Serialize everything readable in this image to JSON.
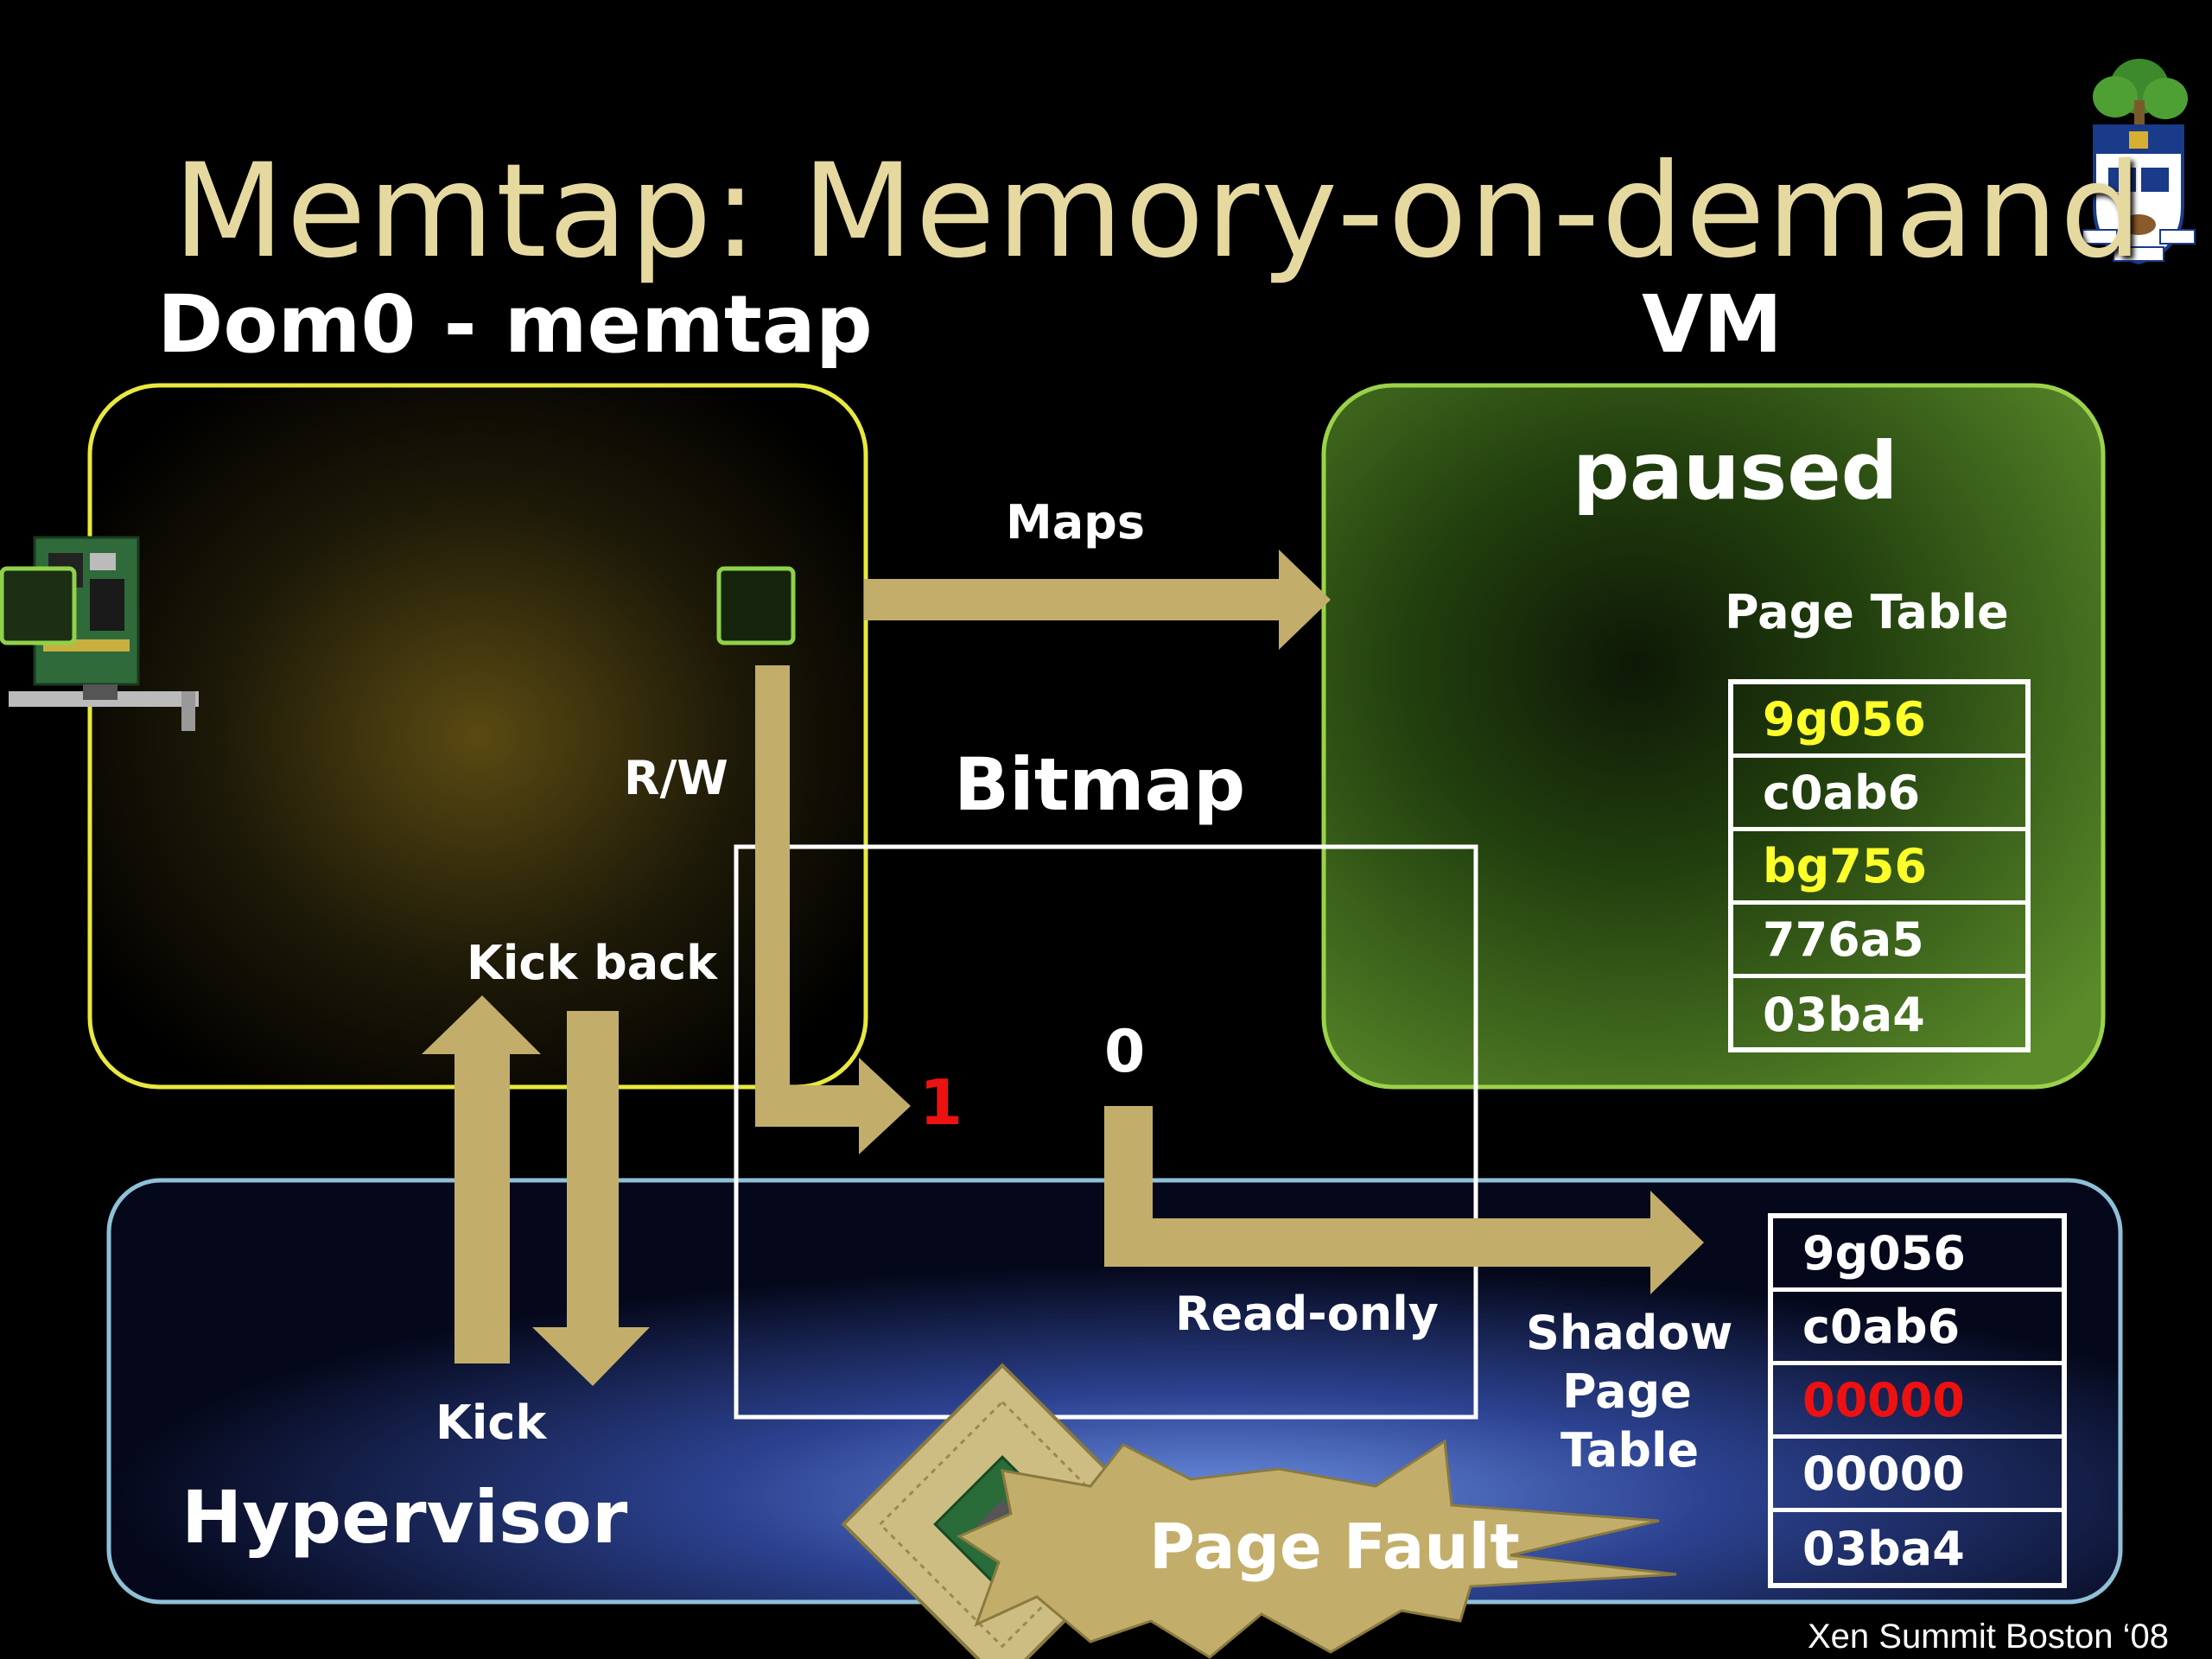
{
  "title": "Memtap: Memory-on-demand",
  "dom0_heading": "Dom0 - memtap",
  "vm_heading": "VM",
  "vm_state": "paused",
  "page_table_label": "Page Table",
  "page_table_rows": [
    {
      "value": "9g056",
      "color": "#ffff2a"
    },
    {
      "value": "c0ab6",
      "color": "#ffffff"
    },
    {
      "value": "bg756",
      "color": "#ffff2a"
    },
    {
      "value": "776a5",
      "color": "#ffffff"
    },
    {
      "value": "03ba4",
      "color": "#ffffff"
    }
  ],
  "maps_label": "Maps",
  "rw_label": "R/W",
  "bitmap_label": "Bitmap",
  "bit_one": "1",
  "bit_zero": "0",
  "kick_back_label": "Kick back",
  "kick_label": "Kick",
  "read_only_label": "Read-only",
  "shadow_page_table_label": [
    "Shadow",
    "Page",
    "Table"
  ],
  "shadow_table_rows": [
    {
      "value": "9g056",
      "color": "#ffffff"
    },
    {
      "value": "c0ab6",
      "color": "#ffffff"
    },
    {
      "value": "00000",
      "color": "#ee1111"
    },
    {
      "value": "00000",
      "color": "#ffffff"
    },
    {
      "value": "03ba4",
      "color": "#ffffff"
    }
  ],
  "hypervisor_label": "Hypervisor",
  "page_fault_label": "Page Fault",
  "footer": "Xen Summit Boston ‘08",
  "colors": {
    "arrow": "#c2ae6a",
    "dom0_border": "#e8e840",
    "vm_border": "#9bd24a",
    "hypervisor_border": "#8fc0d8",
    "red": "#ee1111",
    "yellow": "#ffff2a"
  },
  "icons": [
    "network-card-icon",
    "cpu-chip-icon",
    "university-crest-icon"
  ]
}
